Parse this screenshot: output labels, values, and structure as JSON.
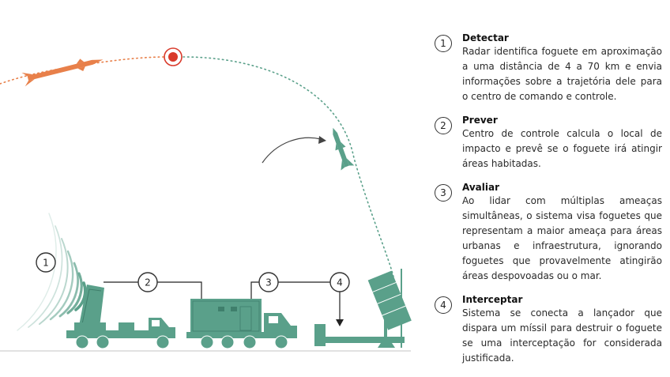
{
  "colors": {
    "vehicle": "#5aa08a",
    "vehicle_dark": "#3f7f6c",
    "rocket": "#e8804a",
    "radar_target": "#d93a2b",
    "interceptor_trail": "#5aa08a"
  },
  "steps": [
    {
      "number": "1",
      "title": "Detectar",
      "description": "Radar identifica foguete em aproximação a uma distância de 4 a 70 km e envia informações sobre a trajetória dele para o centro de comando e controle."
    },
    {
      "number": "2",
      "title": "Prever",
      "description": "Centro de controle calcula o local de impacto e prevê se o foguete irá atingir áreas habitadas."
    },
    {
      "number": "3",
      "title": "Avaliar",
      "description": "Ao lidar com múltiplas ameaças simultâneas, o sistema visa foguetes que representam a maior ameaça para áreas urbanas e infraestrutura, ignorando foguetes que provavelmente atingirão áreas despovoadas ou o mar."
    },
    {
      "number": "4",
      "title": "Interceptar",
      "description": "Sistema se conecta a lançador que dispara um míssil para destruir o foguete se uma interceptação for considerada justificada."
    }
  ],
  "diagram_markers": [
    "1",
    "2",
    "3",
    "4"
  ]
}
